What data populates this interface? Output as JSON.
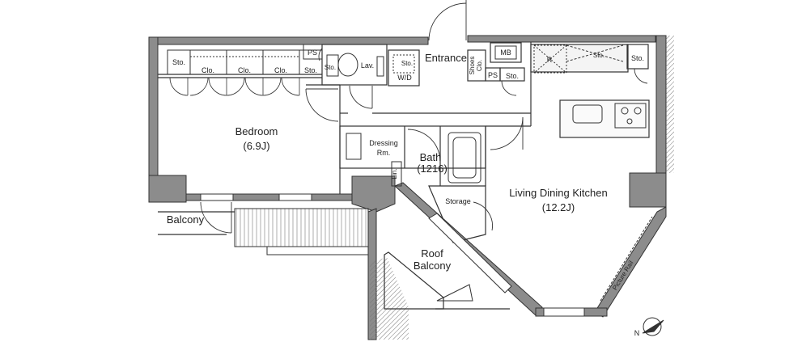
{
  "rooms": {
    "bedroom": {
      "name": "Bedroom",
      "size": "(6.9J)"
    },
    "ldk": {
      "name": "Living Dining Kitchen",
      "size": "(12.2J)"
    },
    "bath": {
      "name": "Bath",
      "size": "(1216)"
    },
    "dressing": {
      "line1": "Dressing",
      "line2": "Rm."
    },
    "roof_balcony": {
      "line1": "Roof",
      "line2": "Balcony"
    },
    "balcony": "Balcony",
    "storage": "Storage",
    "entrance": "Entrance",
    "lav": "Lav.",
    "wd": "W/D",
    "mb": "MB",
    "r": "R",
    "lin": "Lin.",
    "shoes": {
      "line1": "Shoes",
      "line2": "Clo."
    }
  },
  "labels": {
    "sto": "Sto.",
    "clo": "Clo.",
    "ps": "PS",
    "picture_rail": "Picture Rail",
    "north": "N"
  },
  "colors": {
    "wall_fill": "#8c8c8c",
    "line": "#333333"
  }
}
